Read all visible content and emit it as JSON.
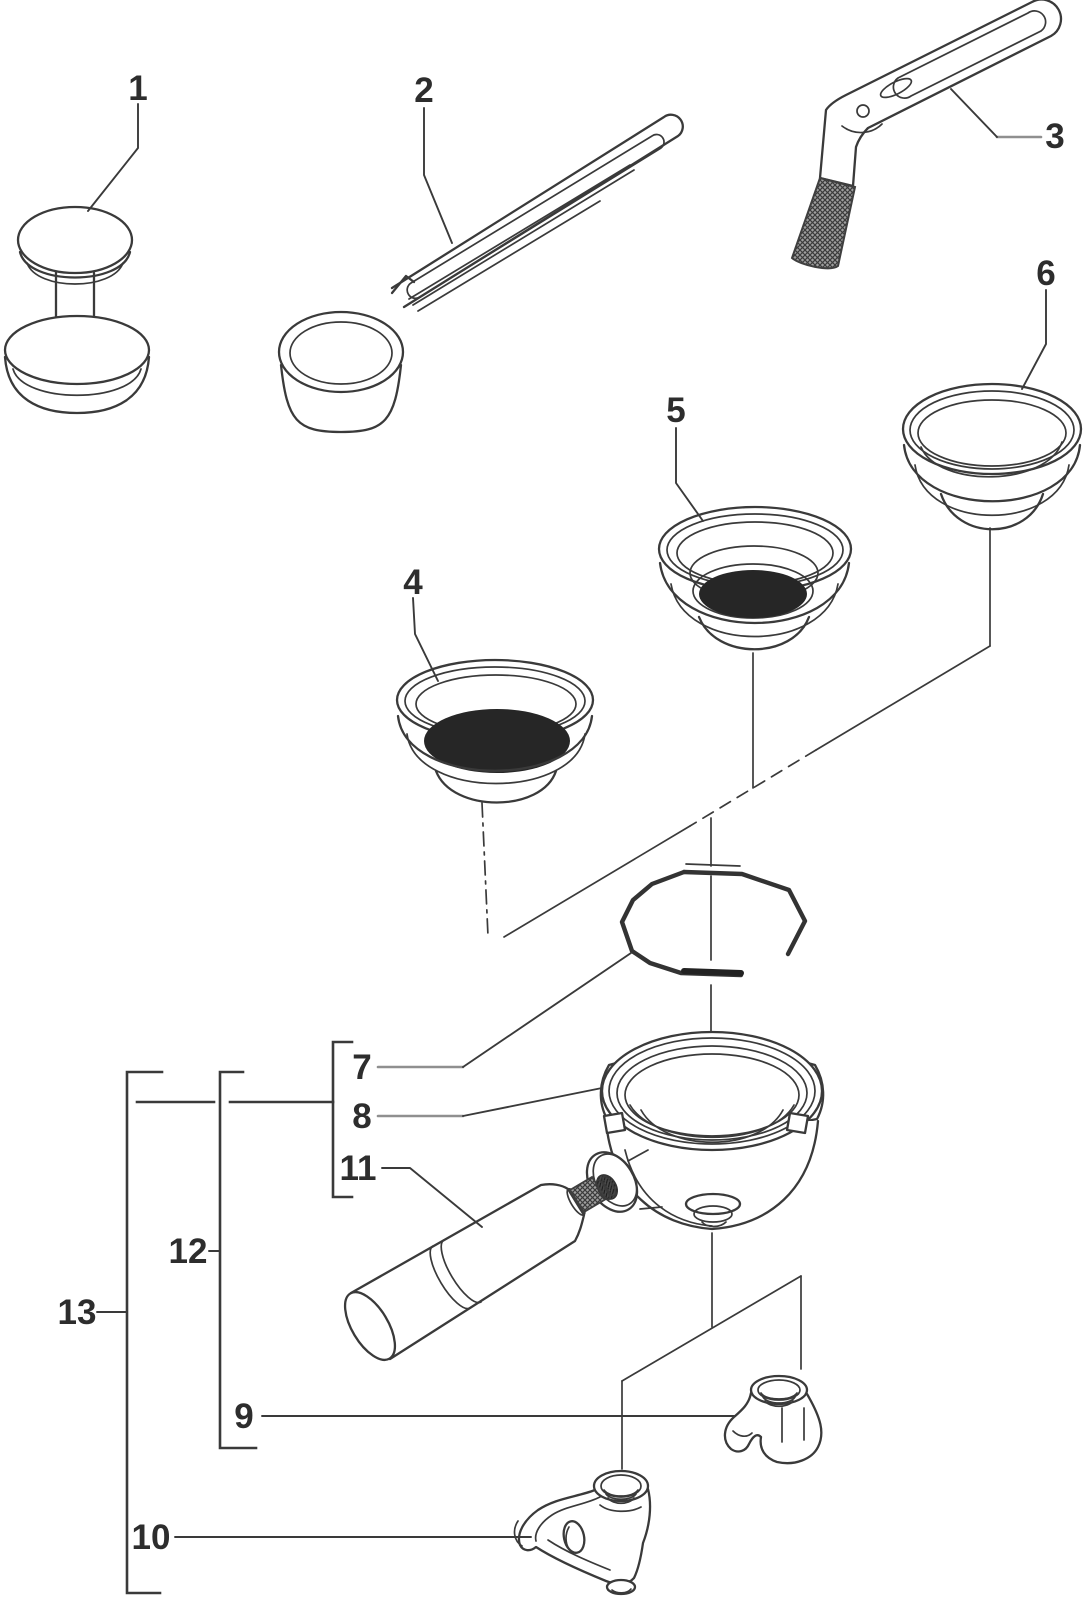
{
  "figure": {
    "kind": "exploded-parts-diagram",
    "subject": "espresso portafilter and accessories line drawing",
    "visible_text": [
      "1",
      "2",
      "3",
      "4",
      "5",
      "6",
      "7",
      "8",
      "9",
      "10",
      "11",
      "12",
      "13"
    ]
  },
  "colors": {
    "bg": "#ffffff",
    "line": "#3a3a3a",
    "leader": "#8f8f8f",
    "ink": "#262626",
    "label": "#2d2d2d",
    "knurl_bg": "#9f9f9f",
    "knurl_line": "#3b3b3b"
  },
  "callouts": [
    {
      "num": "1",
      "part": "coffee-tamper"
    },
    {
      "num": "2",
      "part": "measuring-spoon"
    },
    {
      "num": "3",
      "part": "cleaning-brush"
    },
    {
      "num": "4",
      "part": "two-cup-filter-basket-filled"
    },
    {
      "num": "5",
      "part": "one-cup-filter-basket-filled"
    },
    {
      "num": "6",
      "part": "two-cup-filter-basket-empty"
    },
    {
      "num": "7",
      "part": "basket-retaining-spring"
    },
    {
      "num": "8",
      "part": "portafilter-body"
    },
    {
      "num": "9",
      "part": "single-spout"
    },
    {
      "num": "10",
      "part": "double-spout"
    },
    {
      "num": "11",
      "part": "portafilter-handle"
    },
    {
      "num": "12",
      "part": "single-spout-assembly-group"
    },
    {
      "num": "13",
      "part": "double-spout-assembly-group"
    }
  ]
}
